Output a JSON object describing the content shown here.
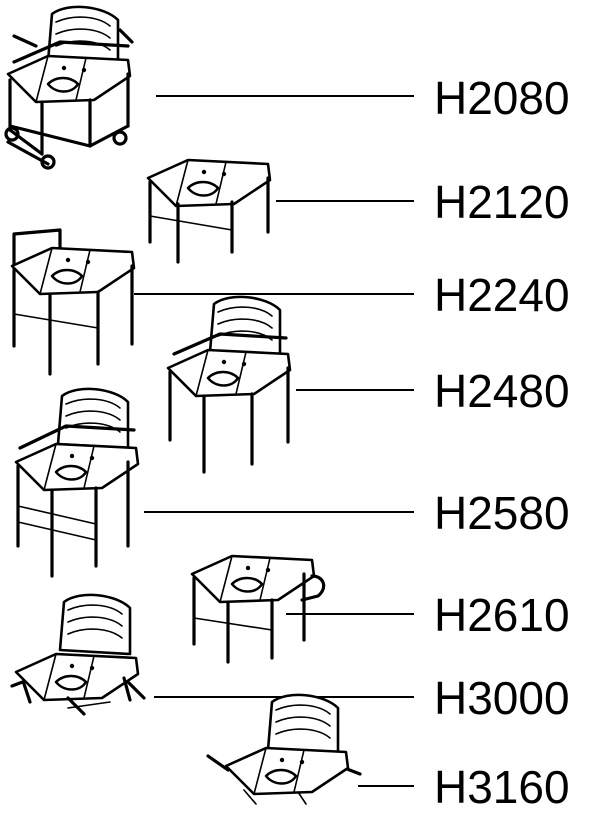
{
  "parts": [
    {
      "id": "h2080",
      "code": "H2080",
      "variant": "wheeled-commode-with-backrest-and-armrests"
    },
    {
      "id": "h2120",
      "code": "H2120",
      "variant": "stool"
    },
    {
      "id": "h2240",
      "code": "H2240",
      "variant": "chair-with-armrests"
    },
    {
      "id": "h2480",
      "code": "H2480",
      "variant": "chair-with-backrest-and-armrests"
    },
    {
      "id": "h2580",
      "code": "H2580",
      "variant": "chair-with-backrest-and-armrests-crossbars"
    },
    {
      "id": "h2610",
      "code": "H2610",
      "variant": "stool-with-handles"
    },
    {
      "id": "h3000",
      "code": "H3000",
      "variant": "low-seat-with-backrest-and-armrests"
    },
    {
      "id": "h3160",
      "code": "H3160",
      "variant": "seat-insert-with-backrest"
    }
  ]
}
